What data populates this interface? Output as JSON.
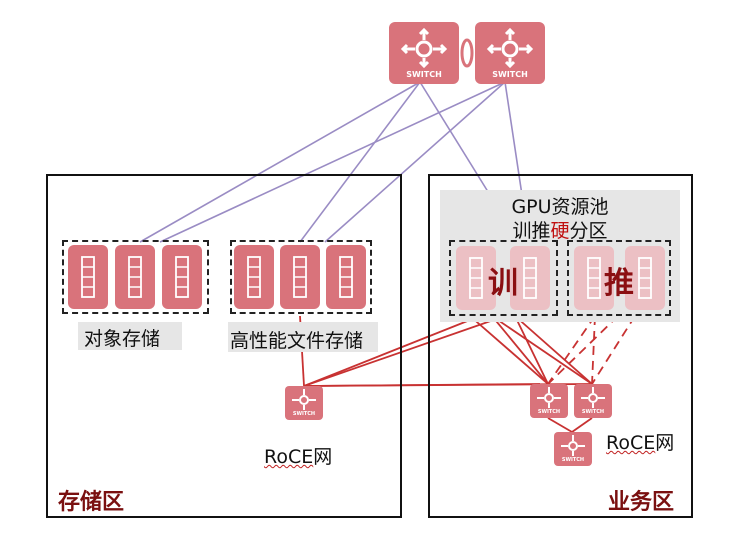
{
  "colors": {
    "device_red": "#d9737b",
    "device_faded": "#ecc0c4",
    "roce_line": "#c83232",
    "core_line": "#9a8cc4",
    "zone_title": "#7a1010"
  },
  "core_switches": [
    {
      "label": "SWITCH",
      "icon": "router-arrows-icon"
    },
    {
      "label": "SWITCH",
      "icon": "router-arrows-icon"
    }
  ],
  "storage_zone": {
    "title": "存储区",
    "object_storage_label": "对象存储",
    "hpfs_label": "高性能文件存储",
    "roce_label_prefix": "RoCE",
    "roce_label_suffix": "网",
    "switch_label": "SWITCH"
  },
  "business_zone": {
    "title": "业务区",
    "pool_title_line1": "GPU资源池",
    "pool_title_line2_a": "训推",
    "pool_title_line2_b": "硬",
    "pool_title_line2_c": "分区",
    "train_label": "训",
    "infer_label": "推",
    "roce_label_prefix": "RoCE",
    "roce_label_suffix": "网",
    "switch_label": "SWITCH"
  }
}
